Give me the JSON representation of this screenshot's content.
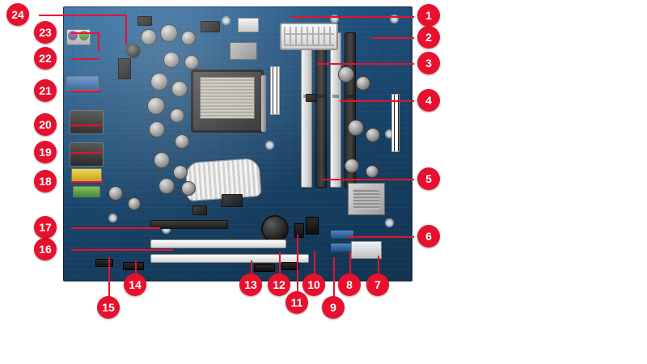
{
  "diagram": {
    "title": "Motherboard component callout diagram",
    "subject": "desktop motherboard (top view)",
    "accent_color": "#e8112d",
    "marker_text_color": "#ffffff",
    "background_color": "#ffffff",
    "board_color": "#1d5080",
    "callouts": [
      {
        "id": "1",
        "label": "1"
      },
      {
        "id": "2",
        "label": "2"
      },
      {
        "id": "3",
        "label": "3"
      },
      {
        "id": "4",
        "label": "4"
      },
      {
        "id": "5",
        "label": "5"
      },
      {
        "id": "6",
        "label": "6"
      },
      {
        "id": "7",
        "label": "7"
      },
      {
        "id": "8",
        "label": "8"
      },
      {
        "id": "9",
        "label": "9"
      },
      {
        "id": "10",
        "label": "10"
      },
      {
        "id": "11",
        "label": "11"
      },
      {
        "id": "12",
        "label": "12"
      },
      {
        "id": "13",
        "label": "13"
      },
      {
        "id": "14",
        "label": "14"
      },
      {
        "id": "15",
        "label": "15"
      },
      {
        "id": "16",
        "label": "16"
      },
      {
        "id": "17",
        "label": "17"
      },
      {
        "id": "18",
        "label": "18"
      },
      {
        "id": "19",
        "label": "19"
      },
      {
        "id": "20",
        "label": "20"
      },
      {
        "id": "21",
        "label": "21"
      },
      {
        "id": "22",
        "label": "22"
      },
      {
        "id": "23",
        "label": "23"
      },
      {
        "id": "24",
        "label": "24"
      }
    ]
  }
}
